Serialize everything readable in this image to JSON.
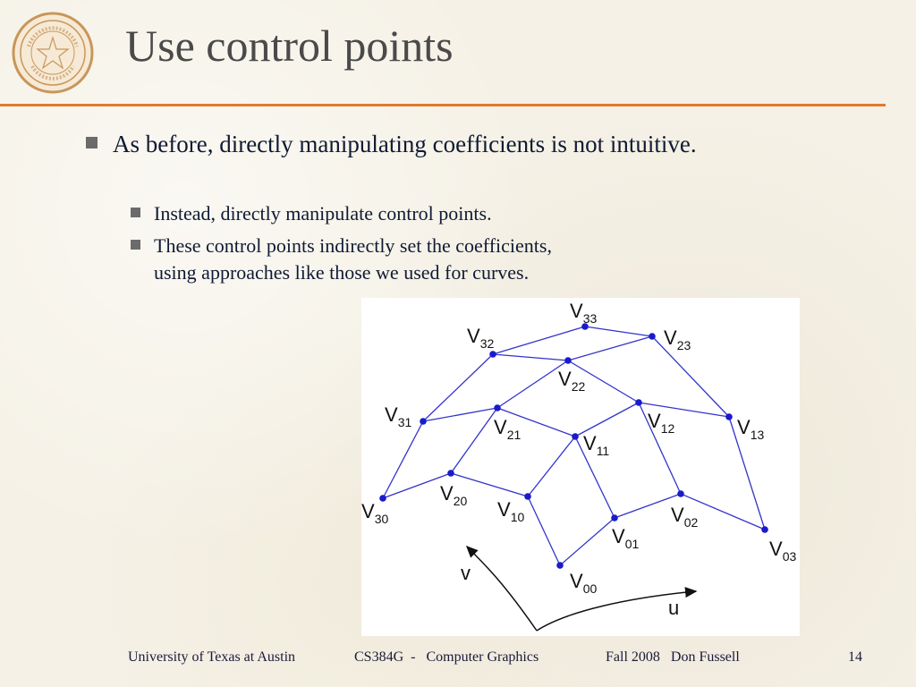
{
  "slide": {
    "title": "Use control points",
    "bullets": [
      {
        "text": "As before, directly manipulating coefficients is not intuitive.",
        "sub": [
          "Instead, directly manipulate control points.",
          "These control points indirectly set the coefficients, using approaches like those we used for curves."
        ]
      }
    ]
  },
  "diagram": {
    "points": [
      {
        "id": "v33",
        "sub": "33"
      },
      {
        "id": "v32",
        "sub": "32"
      },
      {
        "id": "v23",
        "sub": "23"
      },
      {
        "id": "v22",
        "sub": "22"
      },
      {
        "id": "v31",
        "sub": "31"
      },
      {
        "id": "v21",
        "sub": "21"
      },
      {
        "id": "v12",
        "sub": "12"
      },
      {
        "id": "v13",
        "sub": "13"
      },
      {
        "id": "v11",
        "sub": "11"
      },
      {
        "id": "v20",
        "sub": "20"
      },
      {
        "id": "v30",
        "sub": "30"
      },
      {
        "id": "v10",
        "sub": "10"
      },
      {
        "id": "v01",
        "sub": "01"
      },
      {
        "id": "v02",
        "sub": "02"
      },
      {
        "id": "v03",
        "sub": "03"
      },
      {
        "id": "v00",
        "sub": "00"
      }
    ],
    "point_letter": "V",
    "axis_u": "u",
    "axis_v": "v",
    "colors": {
      "grid": "#3333cc",
      "point": "#1a1acc"
    }
  },
  "footer": {
    "university": "University of Texas at Austin",
    "course": "CS384G  -   Computer Graphics",
    "term": "Fall 2008   Don Fussell",
    "page": "14"
  },
  "colors": {
    "rule": "#e07a2e",
    "title": "#4a4a4a",
    "bullet": "#6b6b6b"
  },
  "seal": {
    "text": "THE UNIVERSITY OF TEXAS AT AUSTIN"
  }
}
